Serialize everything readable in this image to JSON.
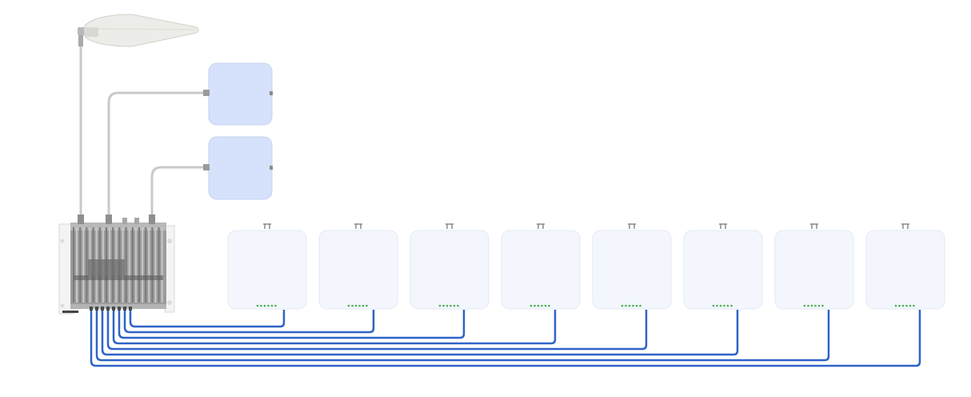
{
  "diagram": {
    "type": "signal-booster-installation",
    "components": {
      "donor_antenna": {
        "kind": "yagi-antenna",
        "count": 1,
        "color": "#ececea"
      },
      "booster_unit": {
        "kind": "booster-amplifier",
        "count": 1,
        "color": "#9a9a9a"
      },
      "panel_antennas": {
        "kind": "indoor-panel-antenna",
        "count": 2,
        "color": "#d6e2fb"
      },
      "remote_units": {
        "kind": "remote-unit",
        "count": 8,
        "color": "#f3f7fd"
      }
    },
    "cables": {
      "coax": {
        "count": 3,
        "color": "#c9c9c9"
      },
      "fiber": {
        "count": 8,
        "color": "#2f63c8"
      }
    },
    "led_color": "#4caf50"
  }
}
